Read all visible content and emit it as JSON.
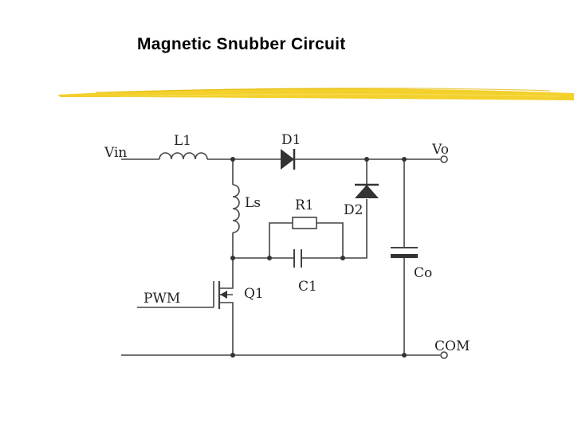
{
  "title": "Magnetic Snubber Circuit",
  "colors": {
    "highlight": "#f2cc1a",
    "wire": "#444444",
    "text": "#000000"
  },
  "labels": {
    "vin": "Vin",
    "l1": "L1",
    "d1": "D1",
    "vo": "Vo",
    "ls": "Ls",
    "r1": "R1",
    "d2": "D2",
    "co": "Co",
    "c1": "C1",
    "q1": "Q1",
    "pwm": "PWM",
    "com": "COM"
  }
}
